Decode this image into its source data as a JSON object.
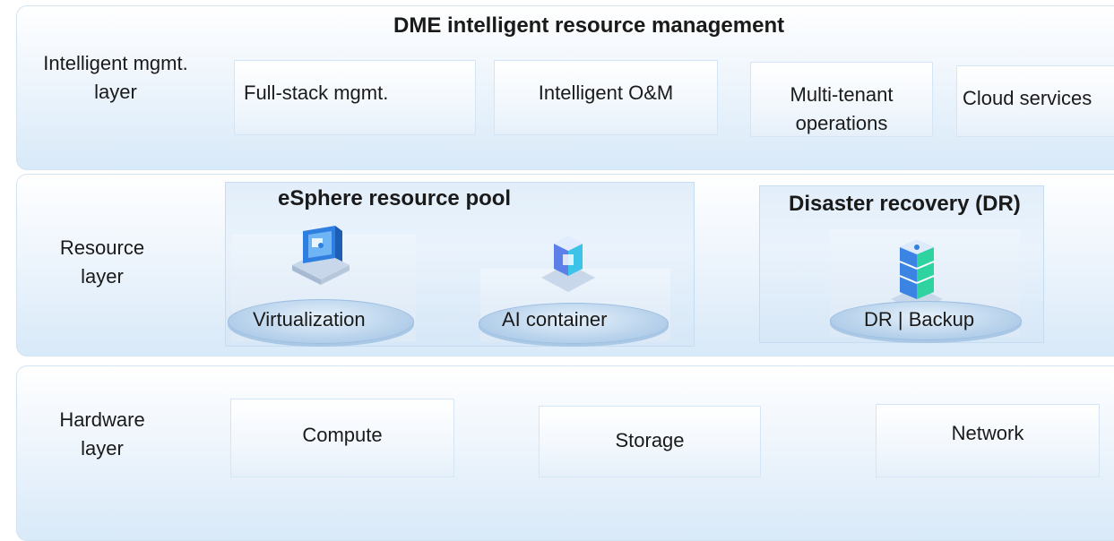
{
  "mgmt_layer": {
    "label": "Intelligent mgmt. layer",
    "title": "DME intelligent resource management",
    "items": [
      "Full-stack mgmt.",
      "Intelligent O&M",
      "Multi-tenant operations",
      "Cloud services"
    ]
  },
  "resource_layer": {
    "label": "Resource layer",
    "pool": {
      "title": "eSphere resource pool",
      "items": [
        {
          "label": "Virtualization",
          "icon": "virtualization-icon"
        },
        {
          "label": "AI container",
          "icon": "ai-container-icon"
        }
      ]
    },
    "dr": {
      "title": "Disaster recovery (DR)",
      "item": {
        "label": "DR | Backup",
        "icon": "dr-backup-icon"
      }
    }
  },
  "hardware_layer": {
    "label": "Hardware layer",
    "items": [
      "Compute",
      "Storage",
      "Network"
    ]
  },
  "colors": {
    "layer_border": "#d3e4f3",
    "icon_blue": "#2f7fe0",
    "icon_cyan": "#3cc4e8",
    "icon_green": "#2fd3a0"
  }
}
